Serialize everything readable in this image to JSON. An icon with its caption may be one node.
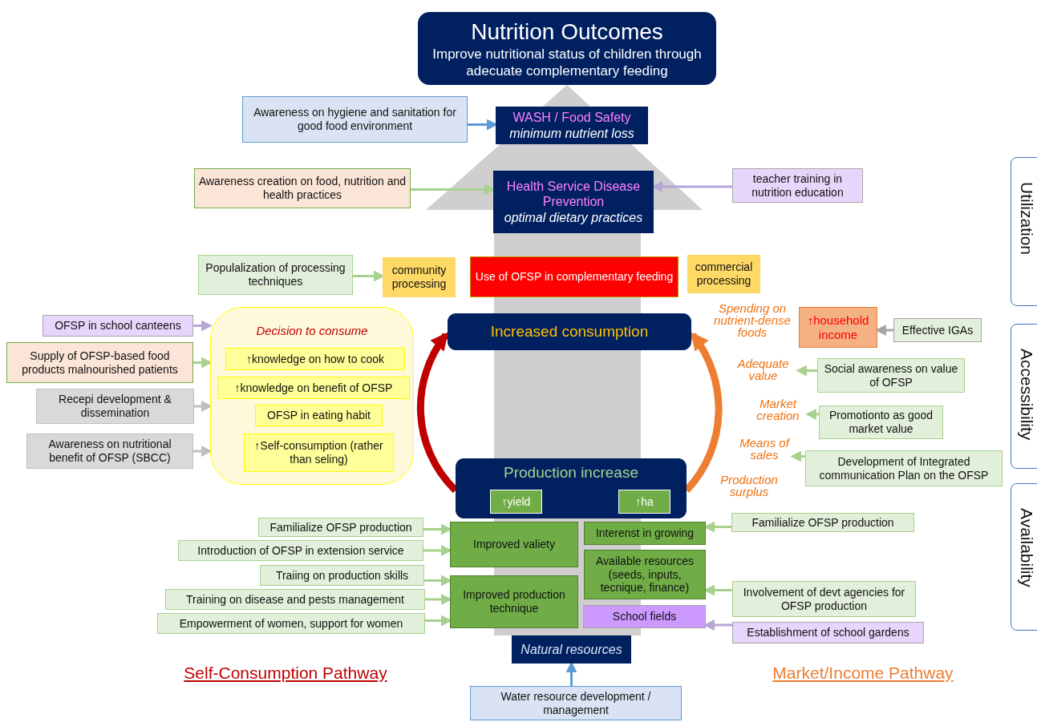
{
  "diagram": {
    "nodes": [
      {
        "text": [
          "Nutrition Outcomes",
          "Improve nutritional status of children through adecuate complementary feeding"
        ]
      },
      {
        "text": [
          "Awareness on hygiene and sanitation for good food environment"
        ]
      },
      {
        "text": [
          "WASH / Food Safety",
          "minimum nutrient loss"
        ]
      },
      {
        "text": [
          "Awareness creation on food, nutrition and health practices"
        ]
      },
      {
        "text": [
          "Health Service Disease Prevention",
          "optimal dietary practices"
        ]
      },
      {
        "text": [
          "teacher training in nutrition education"
        ]
      },
      {
        "text": [
          "Populalization of processing techniques"
        ]
      },
      {
        "text": [
          "community processing"
        ]
      },
      {
        "text": [
          "Use of OFSP in complementary feeding"
        ]
      },
      {
        "text": [
          "commercial processing"
        ]
      },
      {
        "text": [
          "↑household income"
        ]
      },
      {
        "text": [
          "Effective IGAs"
        ]
      },
      {
        "text": [
          "OFSP in school canteens"
        ]
      },
      {
        "text": [
          "Decision to consume"
        ]
      },
      {
        "text": [
          "↑knowledge on how to cook"
        ],
        "in": 13
      },
      {
        "text": [
          "↑knowledge on benefit of OFSP"
        ],
        "in": 13
      },
      {
        "text": [
          "OFSP in eating habit"
        ],
        "in": 13
      },
      {
        "text": [
          "↑Self-consumption (rather than seling)"
        ],
        "in": 13
      },
      {
        "text": [
          "Increased consumption"
        ]
      },
      {
        "text": [
          "Supply of OFSP-based food products malnourished patients"
        ]
      },
      {
        "text": [
          "Recepi development & dissemination"
        ]
      },
      {
        "text": [
          "Awareness on nutritional benefit of OFSP (SBCC)"
        ]
      },
      {
        "text": [
          "Adequate value"
        ]
      },
      {
        "text": [
          "Social awareness on value of OFSP"
        ]
      },
      {
        "text": [
          "Market creation"
        ]
      },
      {
        "text": [
          "Promotionto as good market value"
        ]
      },
      {
        "text": [
          "Means of sales"
        ]
      },
      {
        "text": [
          "Development of Integrated communication Plan on the OFSP"
        ]
      },
      {
        "text": [
          "Production increase"
        ]
      },
      {
        "text": [
          "↑yield"
        ],
        "in": 28
      },
      {
        "text": [
          "↑ha"
        ],
        "in": 28
      },
      {
        "text": [
          "Familialize OFSP production"
        ]
      },
      {
        "text": [
          "Improved valiety"
        ]
      },
      {
        "text": [
          "Interenst in growing"
        ]
      },
      {
        "text": [
          "Familialize OFSP production"
        ]
      },
      {
        "text": [
          "Introduction of OFSP in extension service"
        ]
      },
      {
        "text": [
          "Available resources (seeds, inputs, tecnique, finance)"
        ]
      },
      {
        "text": [
          "Traiing on production skills"
        ]
      },
      {
        "text": [
          "Improved production technique"
        ]
      },
      {
        "text": [
          "Training on disease and pests management"
        ]
      },
      {
        "text": [
          "Involvement of devt agencies for OFSP production"
        ]
      },
      {
        "text": [
          "Empowerment of women, support for women"
        ]
      },
      {
        "text": [
          "School fields"
        ]
      },
      {
        "text": [
          "Establishment of school gardens"
        ]
      },
      {
        "text": [
          "Natural resources"
        ]
      },
      {
        "text": [
          "Water resource development / management"
        ]
      }
    ],
    "edges": [
      {
        "from": 1,
        "to": 2,
        "arrow": "to",
        "color": "#5b9bd5"
      },
      {
        "from": 3,
        "to": 4,
        "arrow": "to"
      },
      {
        "from": 5,
        "to": 4,
        "arrow": "to",
        "color": "#b4a7d6"
      },
      {
        "from": 6,
        "to": 7,
        "arrow": "to"
      },
      {
        "from": 11,
        "to": 10,
        "arrow": "to",
        "color": "#a6a6a6"
      },
      {
        "from": 12,
        "to": 13,
        "arrow": "to",
        "color": "#b4a7d6"
      },
      {
        "from": 19,
        "to": 13,
        "arrow": "to"
      },
      {
        "from": 20,
        "to": 13,
        "arrow": "to",
        "color": "#bfbfbf"
      },
      {
        "from": 21,
        "to": 13,
        "arrow": "to",
        "color": "#bfbfbf"
      },
      {
        "from": 23,
        "to": 22,
        "arrow": "to"
      },
      {
        "from": 25,
        "to": 24,
        "arrow": "to"
      },
      {
        "from": 27,
        "to": 26,
        "arrow": "to"
      },
      {
        "from": 28,
        "to": 18,
        "arrow": "to",
        "style": "thick",
        "color": "#c00000"
      },
      {
        "from": 28,
        "to": 18,
        "arrow": "to",
        "style": "thick",
        "color": "#ed7d31"
      },
      {
        "from": 31,
        "to": 32,
        "arrow": "to"
      },
      {
        "from": 35,
        "to": 32,
        "arrow": "to"
      },
      {
        "from": 37,
        "to": 38,
        "arrow": "to"
      },
      {
        "from": 39,
        "to": 38,
        "arrow": "to"
      },
      {
        "from": 41,
        "to": 38,
        "arrow": "to"
      },
      {
        "from": 34,
        "to": 33,
        "arrow": "to"
      },
      {
        "from": 40,
        "to": 36,
        "arrow": "to"
      },
      {
        "from": 43,
        "to": 42,
        "arrow": "to",
        "color": "#b4a7d6"
      },
      {
        "from": 45,
        "to": 44,
        "arrow": "to",
        "color": "#5b9bd5"
      },
      {
        "from": 44,
        "to": 0,
        "arrow": "to",
        "style": "thick",
        "color": "#d0cece"
      }
    ],
    "labels": [
      "Utilization",
      "Spending on nutrient-dense foods",
      "Accessibility",
      "Production surplus",
      "Availability",
      "Self-Consumption Pathway",
      "Market/Income Pathway"
    ]
  }
}
